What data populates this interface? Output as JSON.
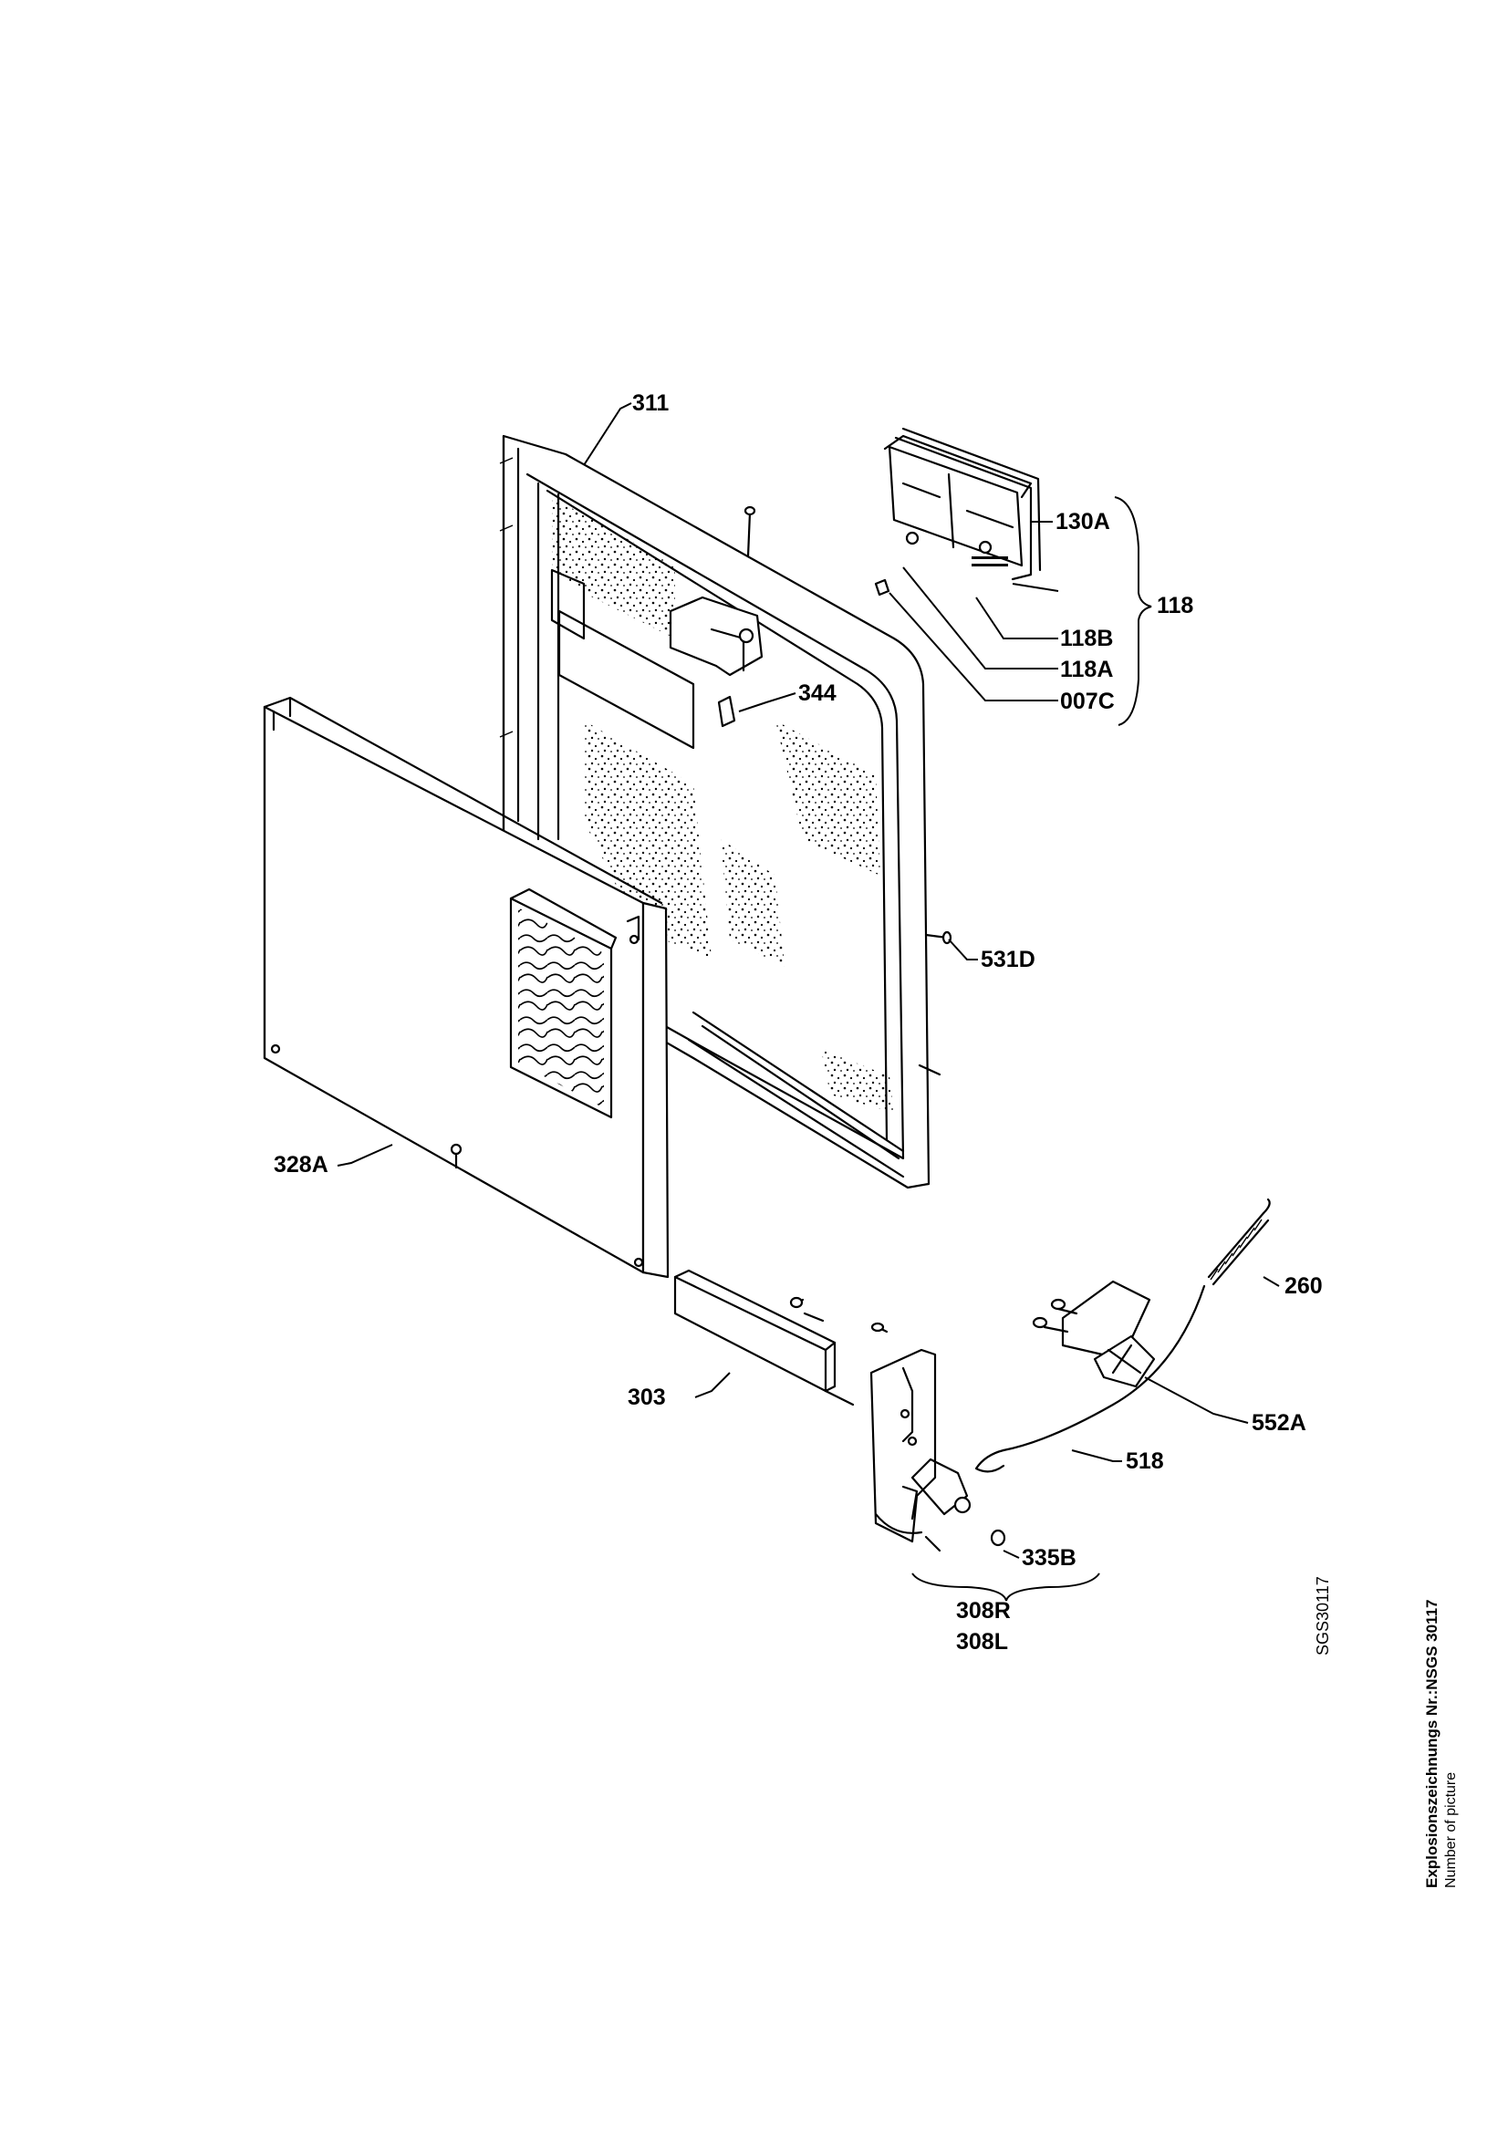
{
  "diagram": {
    "callouts": {
      "c311": "311",
      "c130A": "130A",
      "c118": "118",
      "c118B": "118B",
      "c118A": "118A",
      "c007C": "007C",
      "c344": "344",
      "c531D": "531D",
      "c328A": "328A",
      "c260": "260",
      "c303": "303",
      "c552A": "552A",
      "c518": "518",
      "c335B": "335B",
      "c308R": "308R",
      "c308L": "308L"
    },
    "drawing_code": "SGS30117",
    "footer": {
      "title": "Explosionszeichnungs Nr.:NSGS 30117",
      "subtitle": "Number of picture"
    }
  }
}
